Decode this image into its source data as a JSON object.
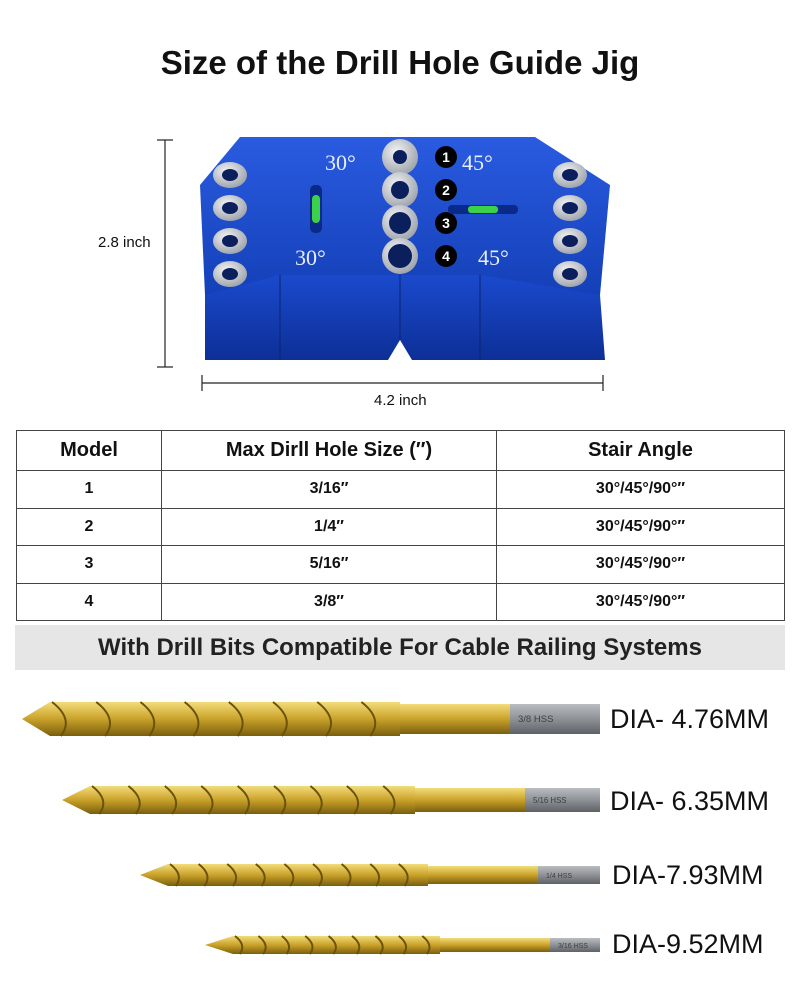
{
  "title": "Size of the Drill Hole Guide Jig",
  "jig": {
    "dim_height": "2.8 inch",
    "dim_width": "4.2 inch",
    "angle_labels": [
      "30°",
      "45°",
      "30°",
      "45°"
    ],
    "hole_numbers": [
      "1",
      "2",
      "3",
      "4"
    ],
    "colors": {
      "body": "#1748c7",
      "body_dark": "#0e2f8f",
      "ring": "#cfd3d8",
      "level": "#3bd14a"
    }
  },
  "table": {
    "headers": [
      "Model",
      "Max Dirll Hole Size (″)",
      "Stair Angle"
    ],
    "rows": [
      [
        "1",
        "3/16″",
        "30°/45°/90°″"
      ],
      [
        "2",
        "1/4″",
        "30°/45°/90°″"
      ],
      [
        "3",
        "5/16″",
        "30°/45°/90°″"
      ],
      [
        "4",
        "3/8″",
        "30°/45°/90°″"
      ]
    ]
  },
  "banner": "With Drill Bits Compatible For Cable Railing Systems",
  "bits": [
    {
      "label": "DIA- 4.76MM",
      "shank_text": "3/8 HSS"
    },
    {
      "label": "DIA- 6.35MM",
      "shank_text": "5/16 HSS"
    },
    {
      "label": "DIA-7.93MM",
      "shank_text": "1/4 HSS"
    },
    {
      "label": "DIA-9.52MM",
      "shank_text": "3/16 HSS"
    }
  ],
  "colors": {
    "gold": "#d4b237",
    "gold_dark": "#8a6d12",
    "shank": "#8e9296"
  }
}
